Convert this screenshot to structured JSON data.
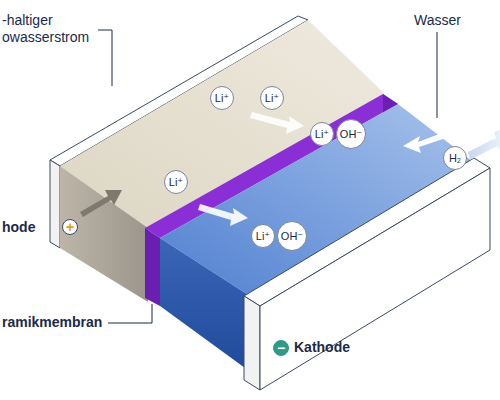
{
  "diagram": {
    "nodes": [
      {
        "text": [
          "Li⁺"
        ]
      },
      {
        "text": [
          "Li⁺"
        ]
      },
      {
        "text": [
          "Li⁺"
        ]
      },
      {
        "text": [
          "Li⁺"
        ]
      },
      {
        "text": [
          "OH⁻"
        ]
      },
      {
        "text": [
          "Li⁺"
        ]
      },
      {
        "text": [
          "OH⁻"
        ]
      },
      {
        "text": [
          "H₂"
        ]
      },
      {
        "text": [
          "+"
        ]
      },
      {
        "text": [
          "−"
        ]
      }
    ],
    "labels": [
      "-haltiger owasserstrom",
      "Wasser",
      "hode",
      "ramikmembran",
      "Kathode"
    ]
  }
}
